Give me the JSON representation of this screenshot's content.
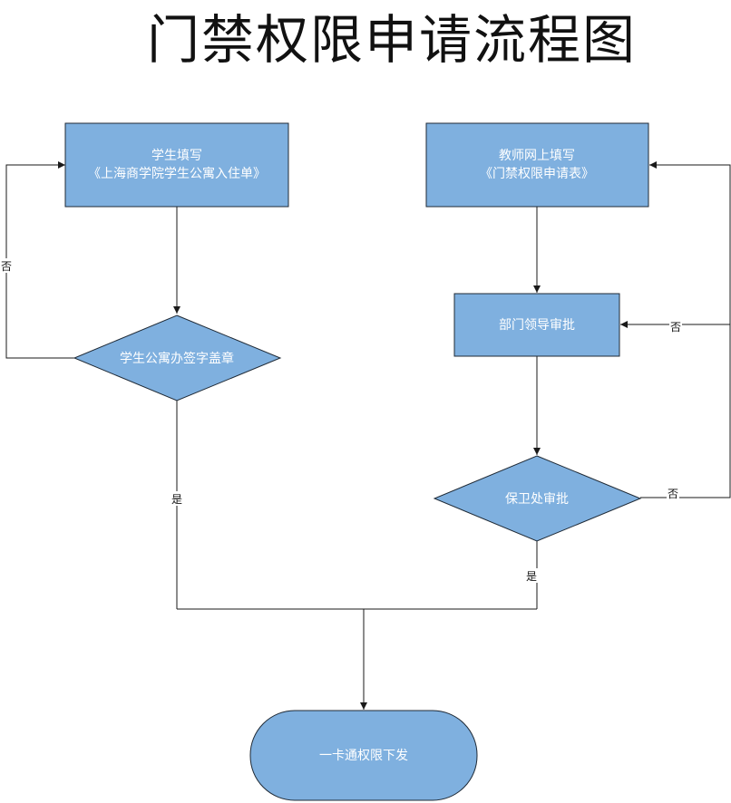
{
  "title": "门禁权限申请流程图",
  "nodes": {
    "student_fill": {
      "line1": "学生填写",
      "line2": "《上海商学院学生公寓入住单》"
    },
    "dorm_office_stamp": {
      "text": "学生公寓办签字盖章"
    },
    "teacher_fill": {
      "line1": "教师网上填写",
      "line2": "《门禁权限申请表》"
    },
    "dept_approval": {
      "text": "部门领导审批"
    },
    "security_approval": {
      "text": "保卫处审批"
    },
    "card_issue": {
      "text": "一卡通权限下发"
    }
  },
  "edge_labels": {
    "stamp_no": "否",
    "stamp_yes": "是",
    "security_no_upper": "否",
    "security_no_lower": "否",
    "security_yes": "是"
  },
  "colors": {
    "node_fill": "#7fb0df",
    "node_stroke": "#1f2a36",
    "text": "#ffffff",
    "line": "#1a1a1a"
  }
}
